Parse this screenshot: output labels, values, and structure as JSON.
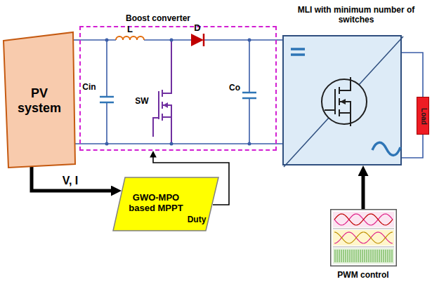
{
  "diagram": {
    "nodes": [
      {
        "text": [
          "PV system"
        ]
      },
      {
        "text": [
          "Boost converter"
        ]
      },
      {
        "text": [
          "MLI with minimum number of switches"
        ]
      },
      {
        "text": [
          "Load"
        ]
      },
      {
        "text": [
          "GWO-MPO based MPPT"
        ]
      },
      {
        "text": [
          "PWM control"
        ]
      }
    ],
    "edges": [
      {
        "from": 0,
        "to": 1,
        "arrow": "none"
      },
      {
        "from": 1,
        "to": 2,
        "arrow": "none"
      },
      {
        "from": 2,
        "to": 3,
        "arrow": "none"
      },
      {
        "from": 0,
        "to": 4,
        "label": "V, I",
        "arrow": "to"
      },
      {
        "from": 4,
        "to": 1,
        "label": "Duty",
        "arrow": "to"
      },
      {
        "from": 5,
        "to": 2,
        "arrow": "to"
      }
    ],
    "labels": [
      "L",
      "D",
      "Cin",
      "SW",
      "Co"
    ]
  }
}
